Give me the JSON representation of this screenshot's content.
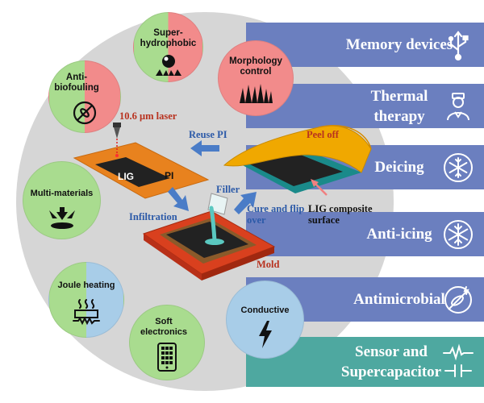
{
  "features": {
    "superhydrophobic": "Super-\nhydrophobic",
    "morphology": "Morphology\ncontrol",
    "antibiofouling": "Anti-\nbiofouling",
    "multimaterials": "Multi-materials",
    "joule": "Joule heating",
    "soft": "Soft\nelectronics",
    "conductive": "Conductive"
  },
  "process": {
    "laser": "10.6 μm laser",
    "reuse_pi": "Reuse PI",
    "peel_off": "Peel off",
    "lig": "LIG",
    "pi": "PI",
    "filler": "Filler",
    "infiltration": "Infiltration",
    "cure": "Cure and flip\nover",
    "lig_composite": "LIG composite\nsurface",
    "mold": "Mold"
  },
  "applications": [
    {
      "label": "Memory devices",
      "icon": "usb-icon",
      "color": "#6b7fbf"
    },
    {
      "label": "Thermal\ntherapy",
      "icon": "doctor-icon",
      "color": "#6b7fbf"
    },
    {
      "label": "Deicing",
      "icon": "snowflake-wind-icon",
      "color": "#6b7fbf"
    },
    {
      "label": "Anti-icing",
      "icon": "snowflake-icon",
      "color": "#6b7fbf"
    },
    {
      "label": "Antimicrobial",
      "icon": "no-microbe-icon",
      "color": "#6b7fbf"
    },
    {
      "label": "Sensor and\nSupercapacitor",
      "icon": "pulse-capacitor-icon",
      "color": "#4ea8a0"
    }
  ],
  "colors": {
    "circle_bg": "#d6d6d6",
    "pink": "#f28b8b",
    "green": "#a9dc8f",
    "light_blue": "#a8cde8",
    "banner_blue": "#6b7fbf",
    "banner_teal": "#4ea8a0",
    "orange_pi": "#e8821e",
    "arrow_blue": "#4a7cc7"
  }
}
